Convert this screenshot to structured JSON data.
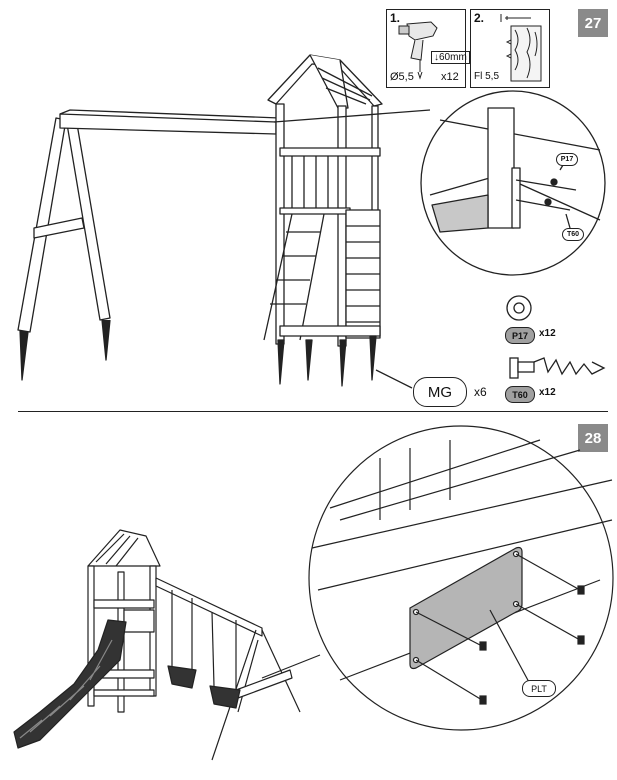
{
  "step27": {
    "number": "27",
    "tool_panel": {
      "step1_label": "1.",
      "depth": "↓60mm",
      "drill_size": "Ø5,5",
      "drill_qty": "x12",
      "step2_label": "2.",
      "fl_size": "Fl 5,5"
    },
    "callout_label_p17": "P17",
    "callout_label_t60": "T60",
    "parts": [
      {
        "code": "P17",
        "qty": "x12"
      },
      {
        "code": "T60",
        "qty": "x12"
      }
    ],
    "mg_label": "MG",
    "mg_qty": "x6"
  },
  "step28": {
    "number": "28",
    "plt_label": "PLT"
  },
  "colors": {
    "badge": "#8a8a8a",
    "pill": "#a0a0a0",
    "plate": "#b5b5b5"
  }
}
